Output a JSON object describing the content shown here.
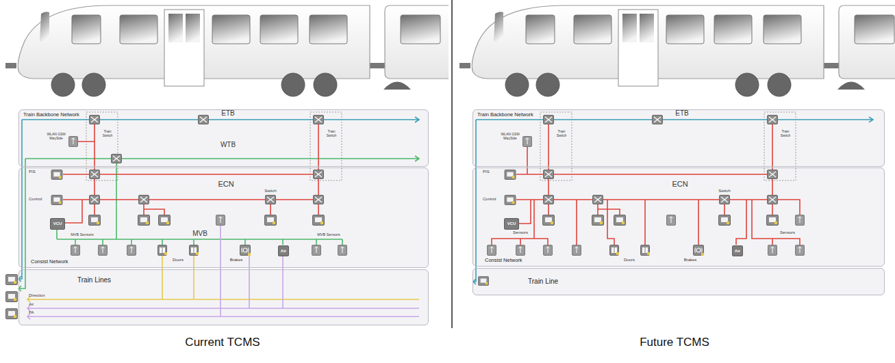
{
  "diagram": {
    "nodes": [
      {
        "text": [
          "Train Backbone Network"
        ]
      },
      {
        "text": [
          "Consist Network"
        ]
      },
      {
        "text": [
          "Train Lines"
        ]
      },
      {
        "text": [
          "VCU"
        ],
        "in": 1
      },
      {
        "text": [
          "Air"
        ],
        "in": 1
      },
      {
        "text": [
          "Train Backbone Network"
        ]
      },
      {
        "text": [
          "Consist Network"
        ]
      },
      {
        "text": [
          "Train Line"
        ]
      },
      {
        "text": [
          "VCU"
        ],
        "in": 6
      },
      {
        "text": [
          "Air"
        ],
        "in": 6
      }
    ],
    "labels": [
      "ETB",
      "WTB",
      "WLAN GSM WaySide",
      "Train Switch",
      "Train Switch",
      "PIS",
      "Control",
      "ECN",
      "Switch",
      "MVB",
      "MVB Sensors",
      "MVB Sensors",
      "Doors",
      "Brakes",
      "Direction",
      "Air",
      "PA",
      "Current TCMS",
      "ETB",
      "WLAN GSM WaySide",
      "Train Switch",
      "Train Switch",
      "PIS",
      "ECN",
      "Switch",
      "Control",
      "Sensors",
      "Sensors",
      "Doors",
      "Brakes",
      "Future TCMS"
    ]
  }
}
